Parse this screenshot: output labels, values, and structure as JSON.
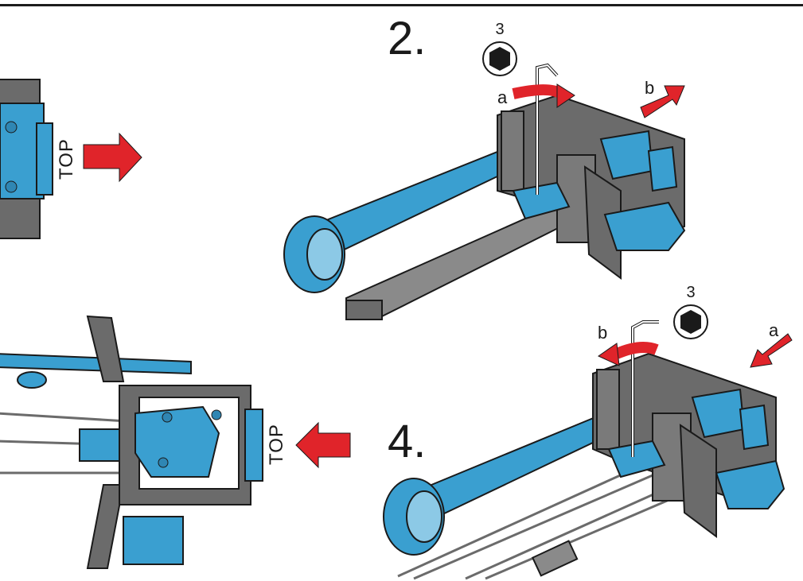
{
  "steps": {
    "step2": {
      "number": "2.",
      "hex_size": "3",
      "arrow_a": "a",
      "arrow_b": "b"
    },
    "step4": {
      "number": "4.",
      "hex_size": "3",
      "arrow_a": "a",
      "arrow_b": "b"
    }
  },
  "labels": {
    "top_upper": "TOP",
    "top_lower": "TOP"
  },
  "colors": {
    "part_blue": "#3a9fd0",
    "frame_grey": "#6b6b6b",
    "arrow_red": "#e0242a",
    "outline": "#1a1a1a"
  },
  "icons": [
    "hex-key-icon",
    "arrow-right-icon",
    "arrow-left-icon",
    "rotate-arrow-icon"
  ]
}
